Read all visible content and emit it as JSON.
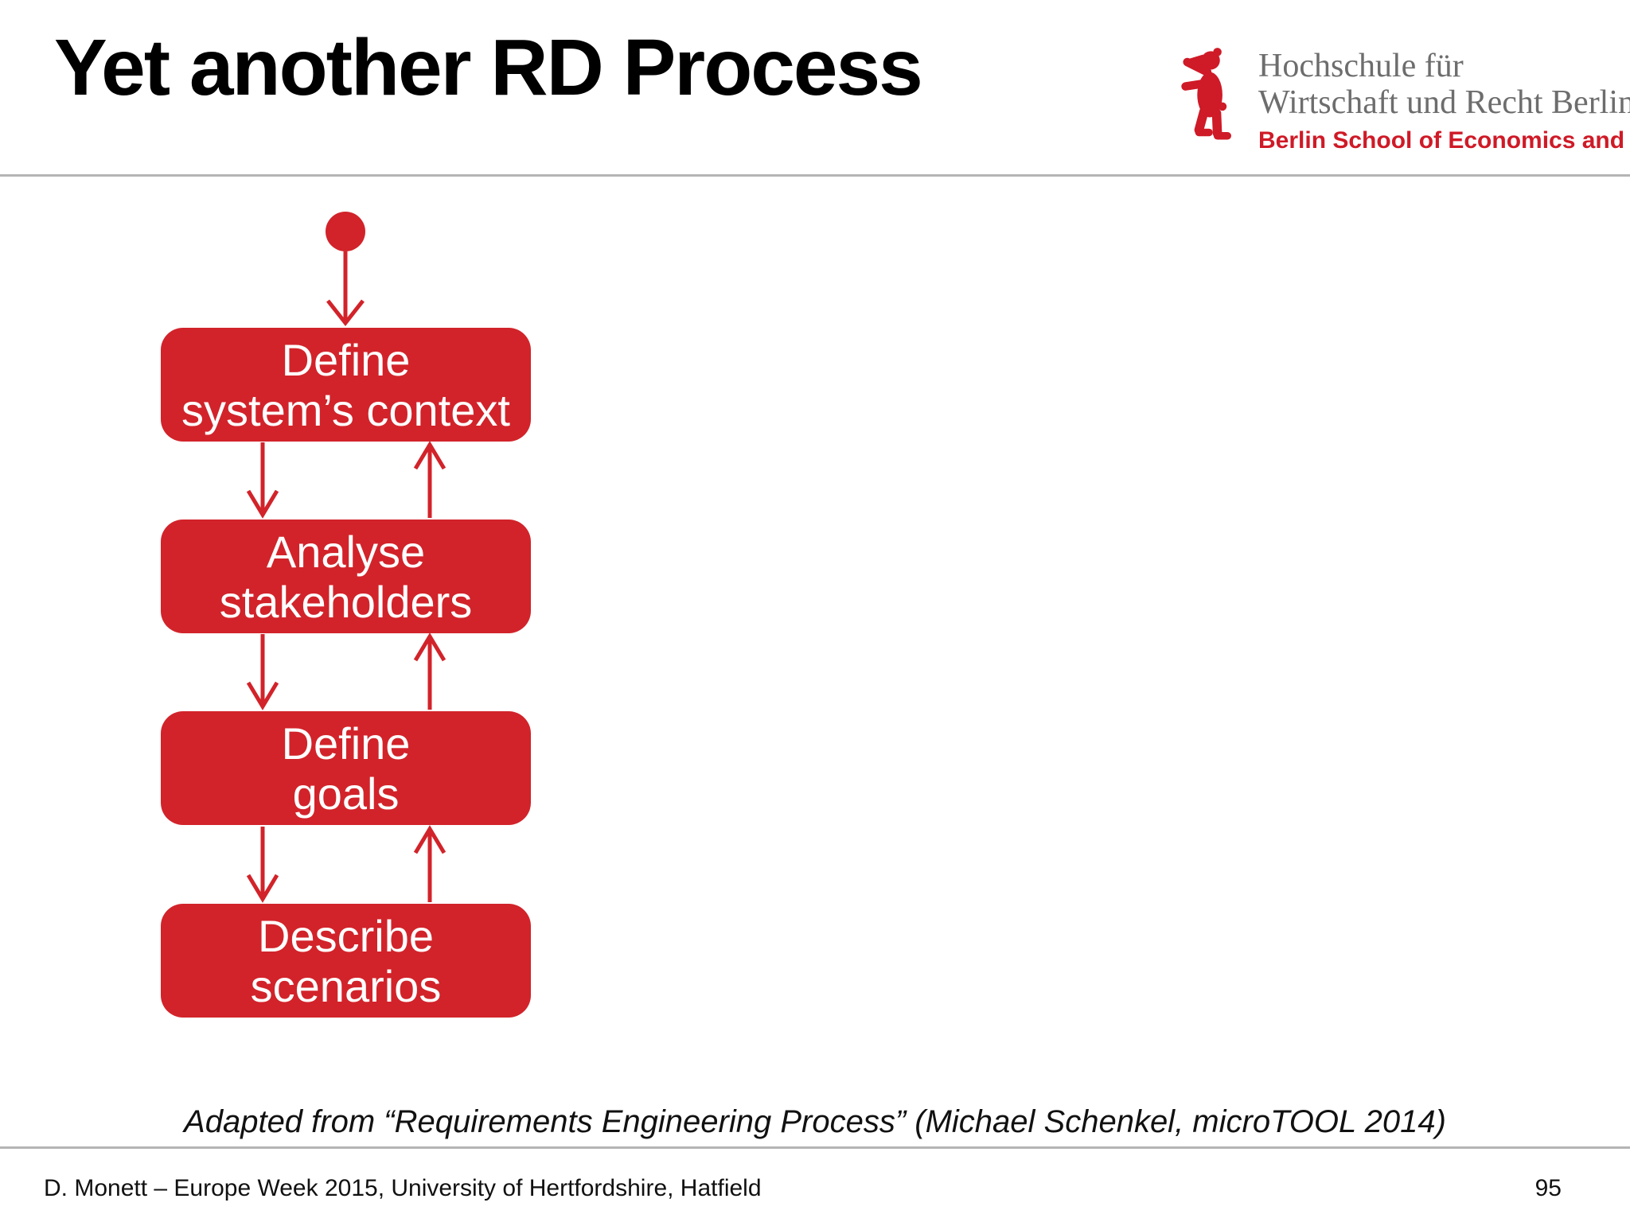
{
  "slide": {
    "title": "Yet another RD Process",
    "caption": "Adapted from “Requirements Engineering Process” (Michael Schenkel, microTOOL 2014)",
    "footer_left": "D. Monett – Europe Week 2015, University of Hertfordshire, Hatfield",
    "page_number": "95"
  },
  "logo": {
    "institution_line1": "Hochschule für",
    "institution_line2": "Wirtschaft und Recht Berlin",
    "institution_en": "Berlin School of Economics and Law",
    "bear_icon": "berlin-bear-icon",
    "gray_color": "#6d6d6d",
    "red_color": "#cf1a27"
  },
  "diagram": {
    "type": "flowchart",
    "accent_color": "#d2232a",
    "start": "initial-state",
    "nodes": [
      {
        "id": "define-systems-context",
        "line1": "Define",
        "line2": "system’s context"
      },
      {
        "id": "analyse-stakeholders",
        "line1": "Analyse",
        "line2": "stakeholders"
      },
      {
        "id": "define-goals",
        "line1": "Define",
        "line2": "goals"
      },
      {
        "id": "describe-scenarios",
        "line1": "Describe",
        "line2": "scenarios"
      }
    ],
    "edges": [
      {
        "from": "initial-state",
        "to": "define-systems-context",
        "direction": "down"
      },
      {
        "from": "define-systems-context",
        "to": "analyse-stakeholders",
        "direction": "both"
      },
      {
        "from": "analyse-stakeholders",
        "to": "define-goals",
        "direction": "both"
      },
      {
        "from": "define-goals",
        "to": "describe-scenarios",
        "direction": "both"
      }
    ]
  }
}
